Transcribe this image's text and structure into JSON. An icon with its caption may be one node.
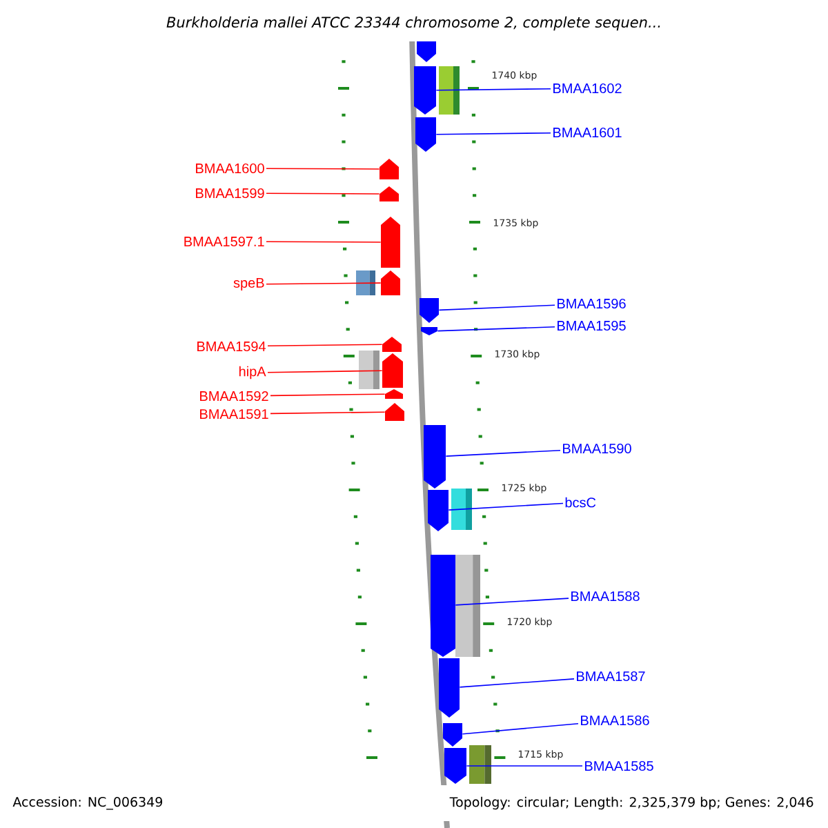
{
  "diagram": {
    "title": "*Burkholderia mallei* ATCC 23344 chromosome 2, complete sequen...",
    "nodes": [
      {
        "text": [],
        "shape": "bar"
      },
      {
        "text": [
          "BMAA1602"
        ]
      },
      {
        "text": [],
        "shape": "bar"
      },
      {
        "text": [
          "BMAA1601"
        ]
      },
      {
        "text": [],
        "shape": "bar"
      },
      {
        "text": [
          "BMAA1600"
        ]
      },
      {
        "text": [],
        "shape": "bar"
      },
      {
        "text": [
          "BMAA1599"
        ]
      },
      {
        "text": [],
        "shape": "bar"
      },
      {
        "text": [
          "BMAA1597.1"
        ]
      },
      {
        "text": [],
        "shape": "bar"
      },
      {
        "text": [
          "speB"
        ]
      },
      {
        "text": [],
        "shape": "bar"
      },
      {
        "text": [
          "BMAA1596"
        ]
      },
      {
        "text": [],
        "shape": "bar"
      },
      {
        "text": [
          "BMAA1595"
        ]
      },
      {
        "text": [],
        "shape": "bar"
      },
      {
        "text": [
          "BMAA1594"
        ]
      },
      {
        "text": [],
        "shape": "bar"
      },
      {
        "text": [
          "hipA"
        ]
      },
      {
        "text": [],
        "shape": "bar"
      },
      {
        "text": [
          "BMAA1592"
        ]
      },
      {
        "text": [],
        "shape": "bar"
      },
      {
        "text": [
          "BMAA1591"
        ]
      },
      {
        "text": [],
        "shape": "bar"
      },
      {
        "text": [
          "BMAA1590"
        ]
      },
      {
        "text": [],
        "shape": "bar"
      },
      {
        "text": [
          "bcsC"
        ]
      },
      {
        "text": [],
        "shape": "bar"
      },
      {
        "text": [
          "BMAA1588"
        ]
      },
      {
        "text": [],
        "shape": "bar"
      },
      {
        "text": [
          "BMAA1587"
        ]
      },
      {
        "text": [],
        "shape": "bar"
      },
      {
        "text": [
          "BMAA1586"
        ]
      },
      {
        "text": [],
        "shape": "bar"
      },
      {
        "text": [
          "BMAA1585"
        ]
      },
      {
        "text": [],
        "shape": "bar"
      }
    ],
    "edges": [
      {
        "from": 1,
        "to": 2,
        "arrow": "none"
      },
      {
        "from": 3,
        "to": 4,
        "arrow": "none"
      },
      {
        "from": 5,
        "to": 6,
        "arrow": "none",
        "color": "#ff0000"
      },
      {
        "from": 7,
        "to": 8,
        "arrow": "none",
        "color": "#ff0000"
      },
      {
        "from": 9,
        "to": 10,
        "arrow": "none",
        "color": "#ff0000"
      },
      {
        "from": 11,
        "to": 12,
        "arrow": "none",
        "color": "#ff0000"
      },
      {
        "from": 13,
        "to": 14,
        "arrow": "none"
      },
      {
        "from": 15,
        "to": 16,
        "arrow": "none"
      },
      {
        "from": 17,
        "to": 18,
        "arrow": "none",
        "color": "#ff0000"
      },
      {
        "from": 19,
        "to": 20,
        "arrow": "none",
        "color": "#ff0000"
      },
      {
        "from": 21,
        "to": 22,
        "arrow": "none",
        "color": "#ff0000"
      },
      {
        "from": 23,
        "to": 24,
        "arrow": "none",
        "color": "#ff0000"
      },
      {
        "from": 25,
        "to": 26,
        "arrow": "none"
      },
      {
        "from": 27,
        "to": 28,
        "arrow": "none"
      },
      {
        "from": 29,
        "to": 30,
        "arrow": "none"
      },
      {
        "from": 31,
        "to": 32,
        "arrow": "none"
      },
      {
        "from": 33,
        "to": 34,
        "arrow": "none"
      },
      {
        "from": 35,
        "to": 36,
        "arrow": "none"
      }
    ],
    "labels": [
      "1740 kbp",
      "1735 kbp",
      "1730 kbp",
      "1725 kbp",
      "1720 kbp",
      "1715 kbp",
      "Accession: NC_006349",
      "Topology: circular; Length: 2,325,379 bp; Genes: 2,046"
    ]
  }
}
